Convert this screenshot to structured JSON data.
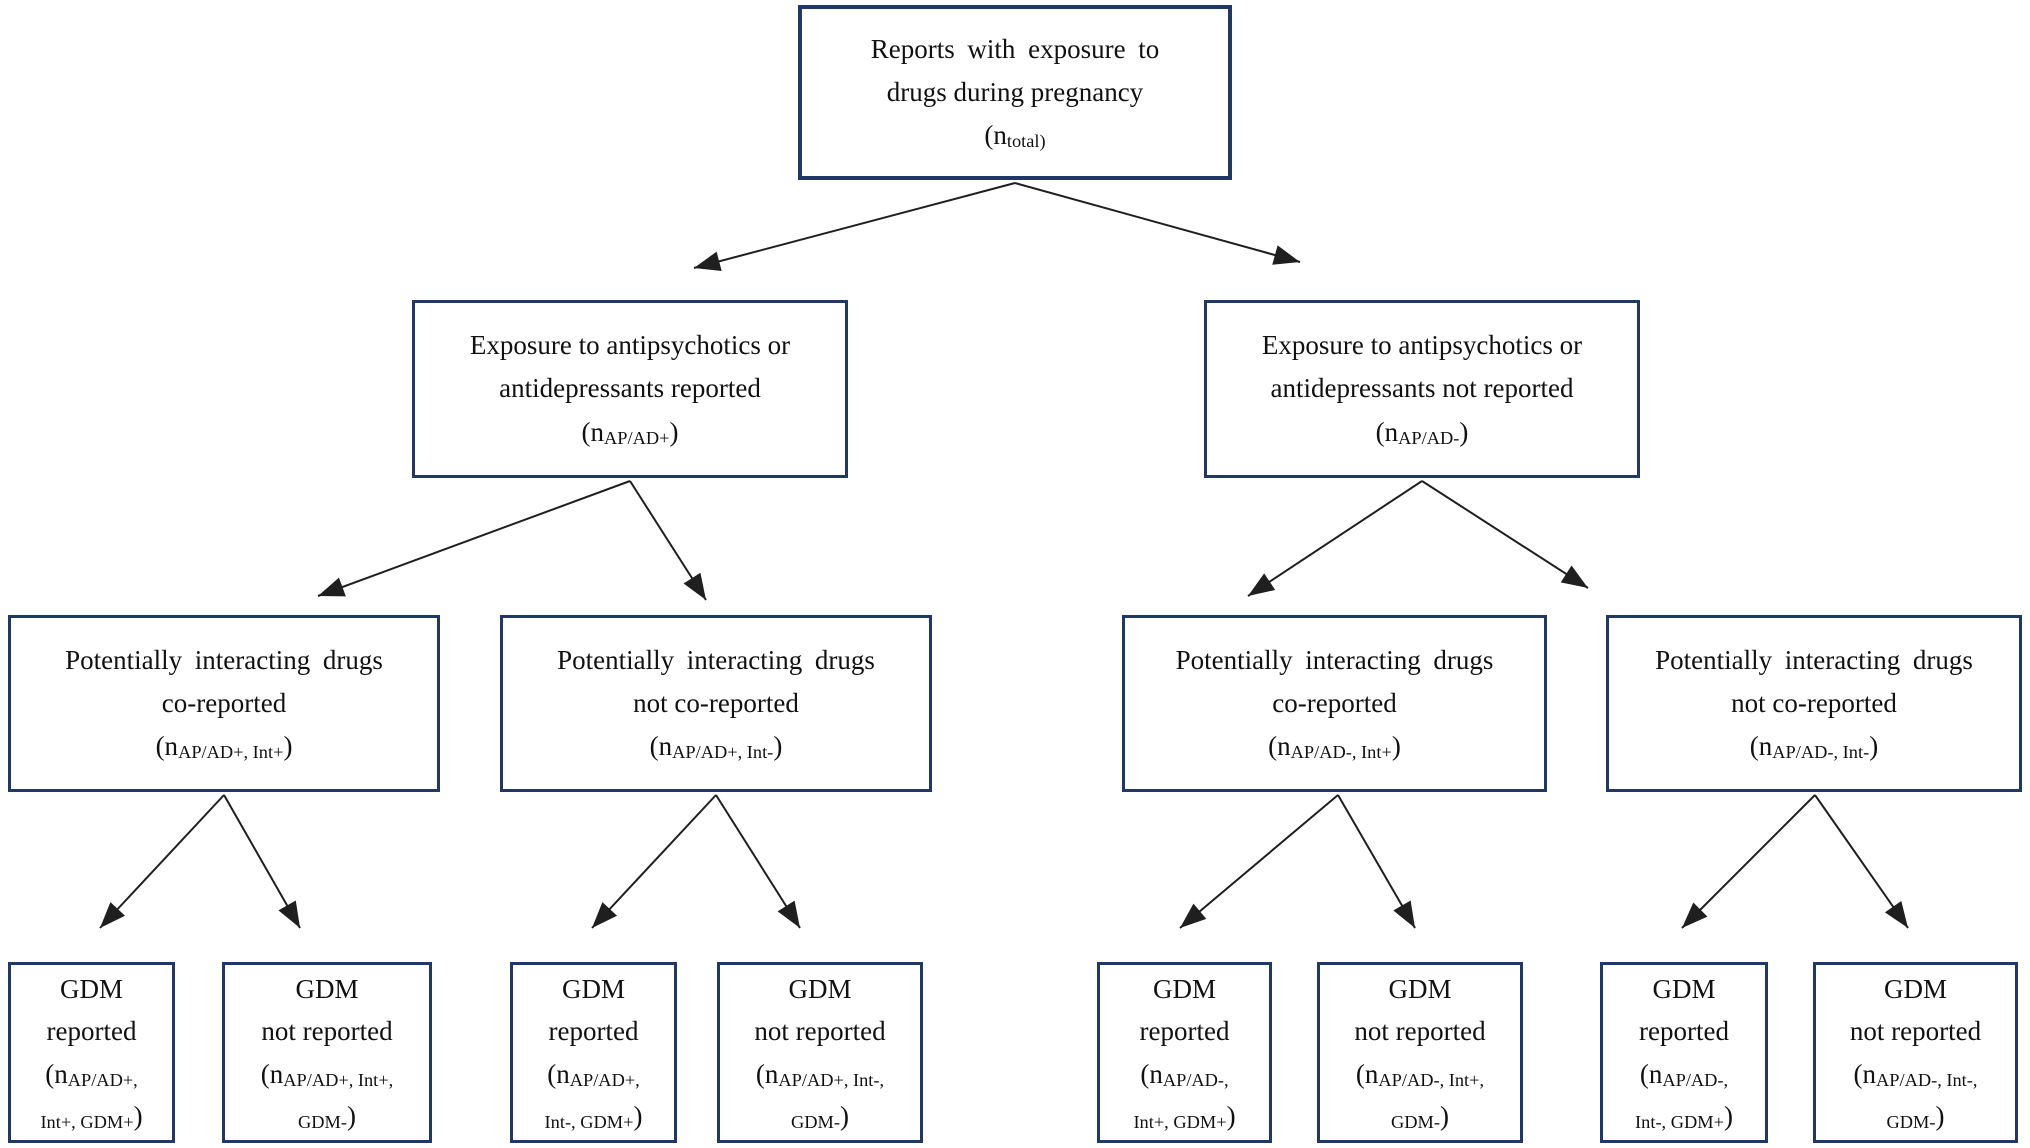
{
  "diagram": {
    "description": "Flow chart of reports with exposure to drugs during pregnancy, split by antipsychotic/antidepressant exposure, potentially interacting drugs, and GDM reporting",
    "colors": {
      "box_border": "#1f3864",
      "arrow": "#1f1f1f",
      "text": "#111111",
      "background": "#ffffff"
    },
    "nodes": {
      "root": {
        "line1": "Reports with exposure to",
        "line2": "drugs during pregnancy",
        "sym_pre": "(n",
        "sym_sub": "total)",
        "sym_post": ""
      },
      "apad_pos": {
        "line1": "Exposure to antipsychotics or",
        "line2": "antidepressants reported",
        "sym_pre": "(n",
        "sym_sub": "AP/AD+",
        "sym_post": ")"
      },
      "apad_neg": {
        "line1": "Exposure to antipsychotics or",
        "line2": "antidepressants not reported",
        "sym_pre": "(n",
        "sym_sub": "AP/AD-",
        "sym_post": ")"
      },
      "apadpos_int_pos": {
        "line1": "Potentially interacting drugs",
        "line2": "co-reported",
        "sym_pre": "(n",
        "sym_sub": "AP/AD+, Int+",
        "sym_post": ")"
      },
      "apadpos_int_neg": {
        "line1": "Potentially interacting drugs",
        "line2": "not co-reported",
        "sym_pre": "(n",
        "sym_sub": "AP/AD+, Int-",
        "sym_post": ")"
      },
      "apadneg_int_pos": {
        "line1": "Potentially interacting drugs",
        "line2": "co-reported",
        "sym_pre": "(n",
        "sym_sub": "AP/AD-, Int+",
        "sym_post": ")"
      },
      "apadneg_int_neg": {
        "line1": "Potentially interacting drugs",
        "line2": "not co-reported",
        "sym_pre": "(n",
        "sym_sub": "AP/AD-, Int-",
        "sym_post": ")"
      },
      "gdm1": {
        "line1": "GDM",
        "line2": "reported",
        "sym_pre": "(n",
        "sym_sub1": "AP/AD+,",
        "sym_sub2": "Int+, GDM+",
        "sym_post": ")"
      },
      "gdm2": {
        "line1": "GDM",
        "line2": "not reported",
        "sym_pre": "(n",
        "sym_sub1": "AP/AD+, Int+,",
        "sym_sub2": "GDM-",
        "sym_post": ")"
      },
      "gdm3": {
        "line1": "GDM",
        "line2": "reported",
        "sym_pre": "(n",
        "sym_sub1": "AP/AD+,",
        "sym_sub2": "Int-, GDM+",
        "sym_post": ")"
      },
      "gdm4": {
        "line1": "GDM",
        "line2": "not reported",
        "sym_pre": "(n",
        "sym_sub1": "AP/AD+, Int-,",
        "sym_sub2": "GDM-",
        "sym_post": ")"
      },
      "gdm5": {
        "line1": "GDM",
        "line2": "reported",
        "sym_pre": "(n",
        "sym_sub1": "AP/AD-,",
        "sym_sub2": "Int+, GDM+",
        "sym_post": ")"
      },
      "gdm6": {
        "line1": "GDM",
        "line2": "not reported",
        "sym_pre": "(n",
        "sym_sub1": "AP/AD-, Int+,",
        "sym_sub2": "GDM-",
        "sym_post": ")"
      },
      "gdm7": {
        "line1": "GDM",
        "line2": "reported",
        "sym_pre": "(n",
        "sym_sub1": "AP/AD-,",
        "sym_sub2": "Int-, GDM+",
        "sym_post": ")"
      },
      "gdm8": {
        "line1": "GDM",
        "line2": "not reported",
        "sym_pre": "(n",
        "sym_sub1": "AP/AD-, Int-,",
        "sym_sub2": "GDM-",
        "sym_post": ")"
      }
    }
  }
}
